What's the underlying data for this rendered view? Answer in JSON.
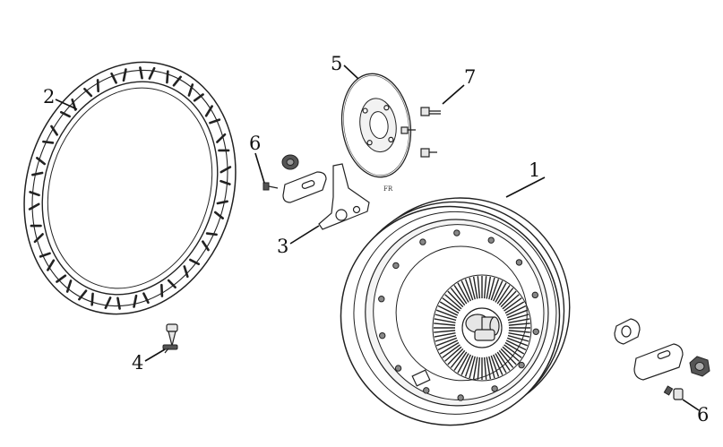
{
  "callouts": [
    {
      "id": "hub-motor-wheel",
      "label": "1"
    },
    {
      "id": "tire",
      "label": "2"
    },
    {
      "id": "caliper-bracket",
      "label": "3"
    },
    {
      "id": "valve-stem",
      "label": "4"
    },
    {
      "id": "brake-disc",
      "label": "5"
    },
    {
      "id": "axle-bolt-left",
      "label": "6"
    },
    {
      "id": "axle-bolt-right",
      "label": "6"
    },
    {
      "id": "disc-bolts",
      "label": "7"
    }
  ],
  "colors": {
    "line": "#222222",
    "fill": "#e6e6e6",
    "background": "#ffffff"
  }
}
